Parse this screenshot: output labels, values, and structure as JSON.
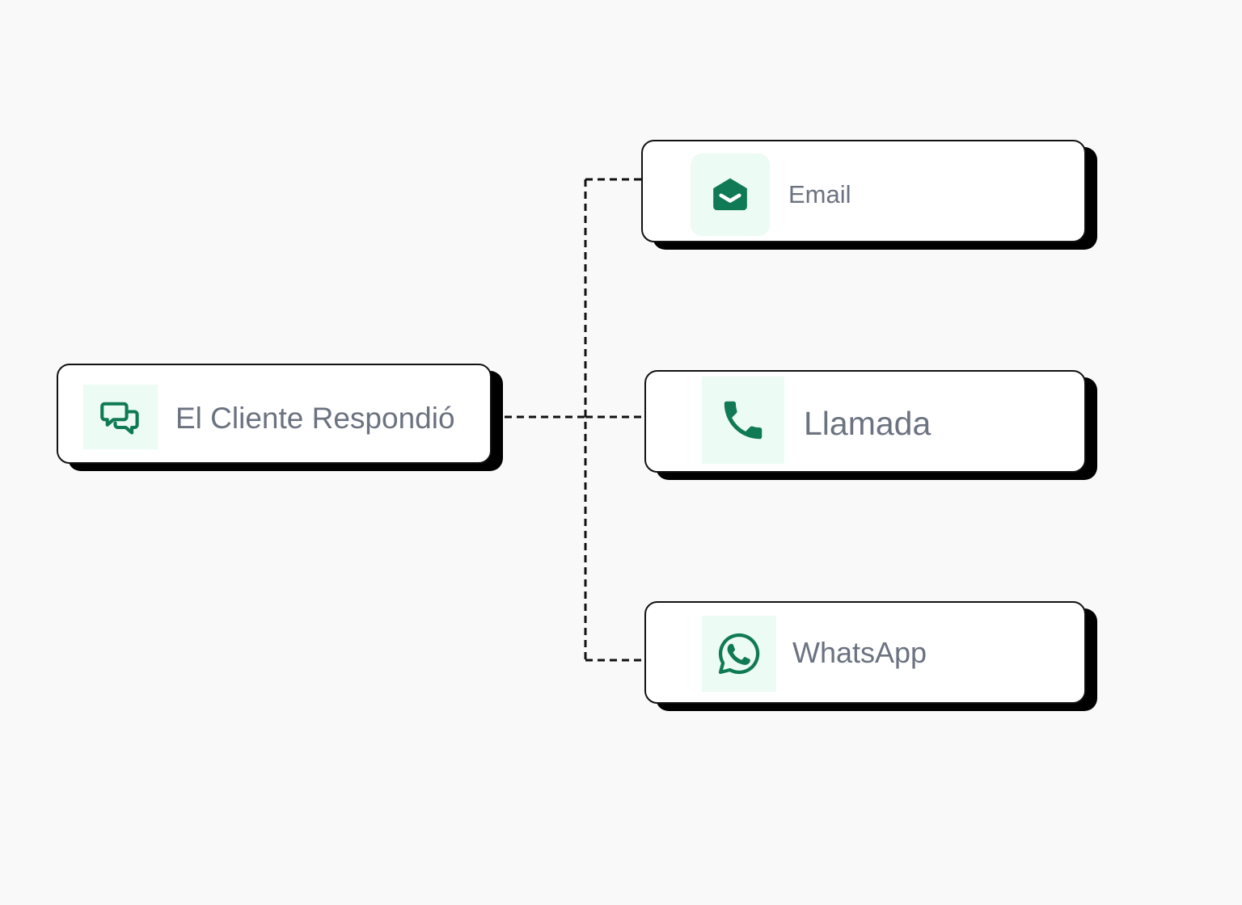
{
  "colors": {
    "background": "#f9f9f9",
    "icon_tile_bg": "#ecfbf3",
    "icon_green": "#0f7a55",
    "label_gray": "#6b7280",
    "border": "#111111",
    "shadow": "#000000",
    "connector": "#111111"
  },
  "source_node": {
    "label": "El Cliente Respondió",
    "icon": "chat-bubbles-icon"
  },
  "target_nodes": [
    {
      "label": "Email",
      "icon": "envelope-open-icon"
    },
    {
      "label": "Llamada",
      "icon": "phone-icon"
    },
    {
      "label": "WhatsApp",
      "icon": "whatsapp-icon"
    }
  ]
}
